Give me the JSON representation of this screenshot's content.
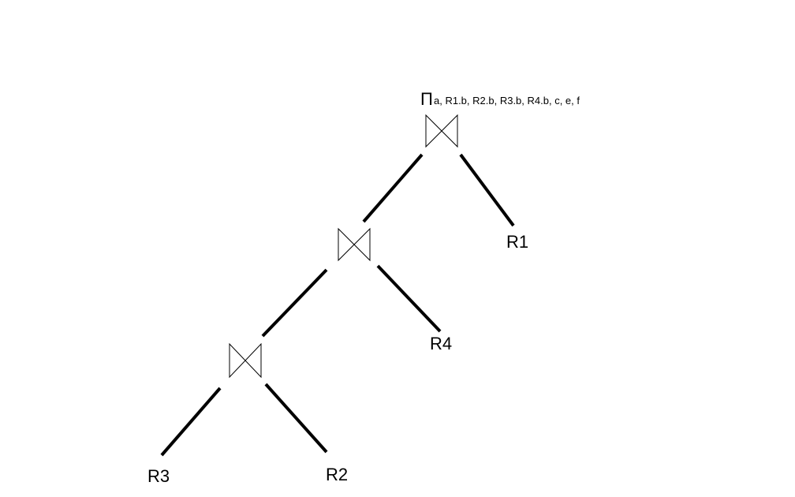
{
  "diagram": {
    "projection": {
      "symbol": "Π",
      "attributes": "a, R1.b, R2.b, R3.b, R4.b, c, e, f"
    },
    "joins": [
      {
        "id": "join-top"
      },
      {
        "id": "join-middle"
      },
      {
        "id": "join-bottom"
      }
    ],
    "relations": {
      "r1": "R1",
      "r2": "R2",
      "r3": "R3",
      "r4": "R4"
    },
    "colors": {
      "lines": "#000000",
      "background": "#ffffff"
    }
  }
}
